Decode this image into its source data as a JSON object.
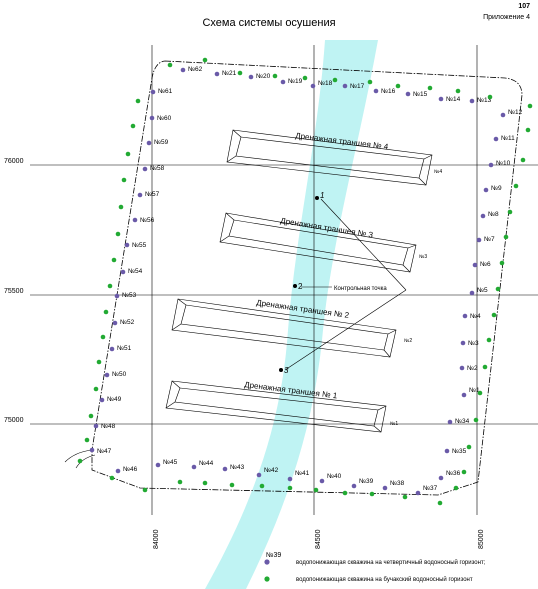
{
  "page_number": "107",
  "appendix": "Приложение 4",
  "title": "Схема системы осушения",
  "axes": {
    "x_ticks": [
      "84000",
      "84500",
      "85000"
    ],
    "y_ticks": [
      "76000",
      "75500",
      "75000"
    ]
  },
  "trenches": [
    {
      "label": "Дренажная траншея № 4",
      "tag": "№4"
    },
    {
      "label": "Дренажная траншея № 3",
      "tag": "№3"
    },
    {
      "label": "Дренажная траншея № 2",
      "tag": "№2"
    },
    {
      "label": "Дренажная траншея № 1",
      "tag": "№1"
    }
  ],
  "control": {
    "label": "Контрольная точка",
    "points": [
      "1",
      "2",
      "3"
    ]
  },
  "wells_quaternary": [
    "№1",
    "№2",
    "№3",
    "№4",
    "№5",
    "№6",
    "№7",
    "№8",
    "№9",
    "№10",
    "№11",
    "№12",
    "№13",
    "№14",
    "№15",
    "№16",
    "№17",
    "№18",
    "№19",
    "№20",
    "№21",
    "№62",
    "№61",
    "№60",
    "№59",
    "№58",
    "№57",
    "№56",
    "№55",
    "№54",
    "№53",
    "№52",
    "№51",
    "№50",
    "№49",
    "№48",
    "№47",
    "№46",
    "№45",
    "№44",
    "№43",
    "№42",
    "№41",
    "№40",
    "№39",
    "№38",
    "№37",
    "№36",
    "№35",
    "№34"
  ],
  "legend_well": "№39",
  "legend": {
    "quaternary": "водопонижающая скважина на четвертичный водоносный горизонт;",
    "buchaksky": "водопонижающая скважина на бучакский водоносный горизонт"
  },
  "colors": {
    "quaternary_well": "#6a5aa8",
    "buchaksky_well": "#22aa33",
    "aquifer_band": "#bff3f3",
    "line": "#000000"
  }
}
